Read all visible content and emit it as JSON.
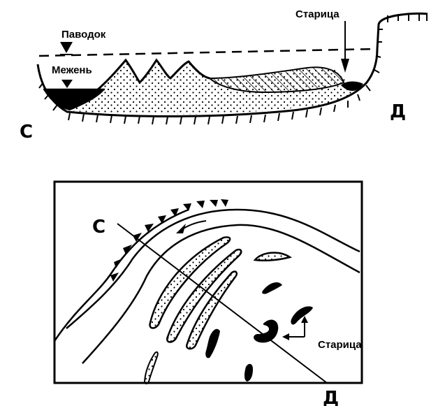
{
  "cross_section": {
    "label_flood": "Паводок",
    "label_low_water": "Межень",
    "label_oxbow": "Старица",
    "label_start": "С",
    "label_end": "Д"
  },
  "plan_view": {
    "label_start": "С",
    "label_end": "Д",
    "label_oxbow": "Старица"
  }
}
